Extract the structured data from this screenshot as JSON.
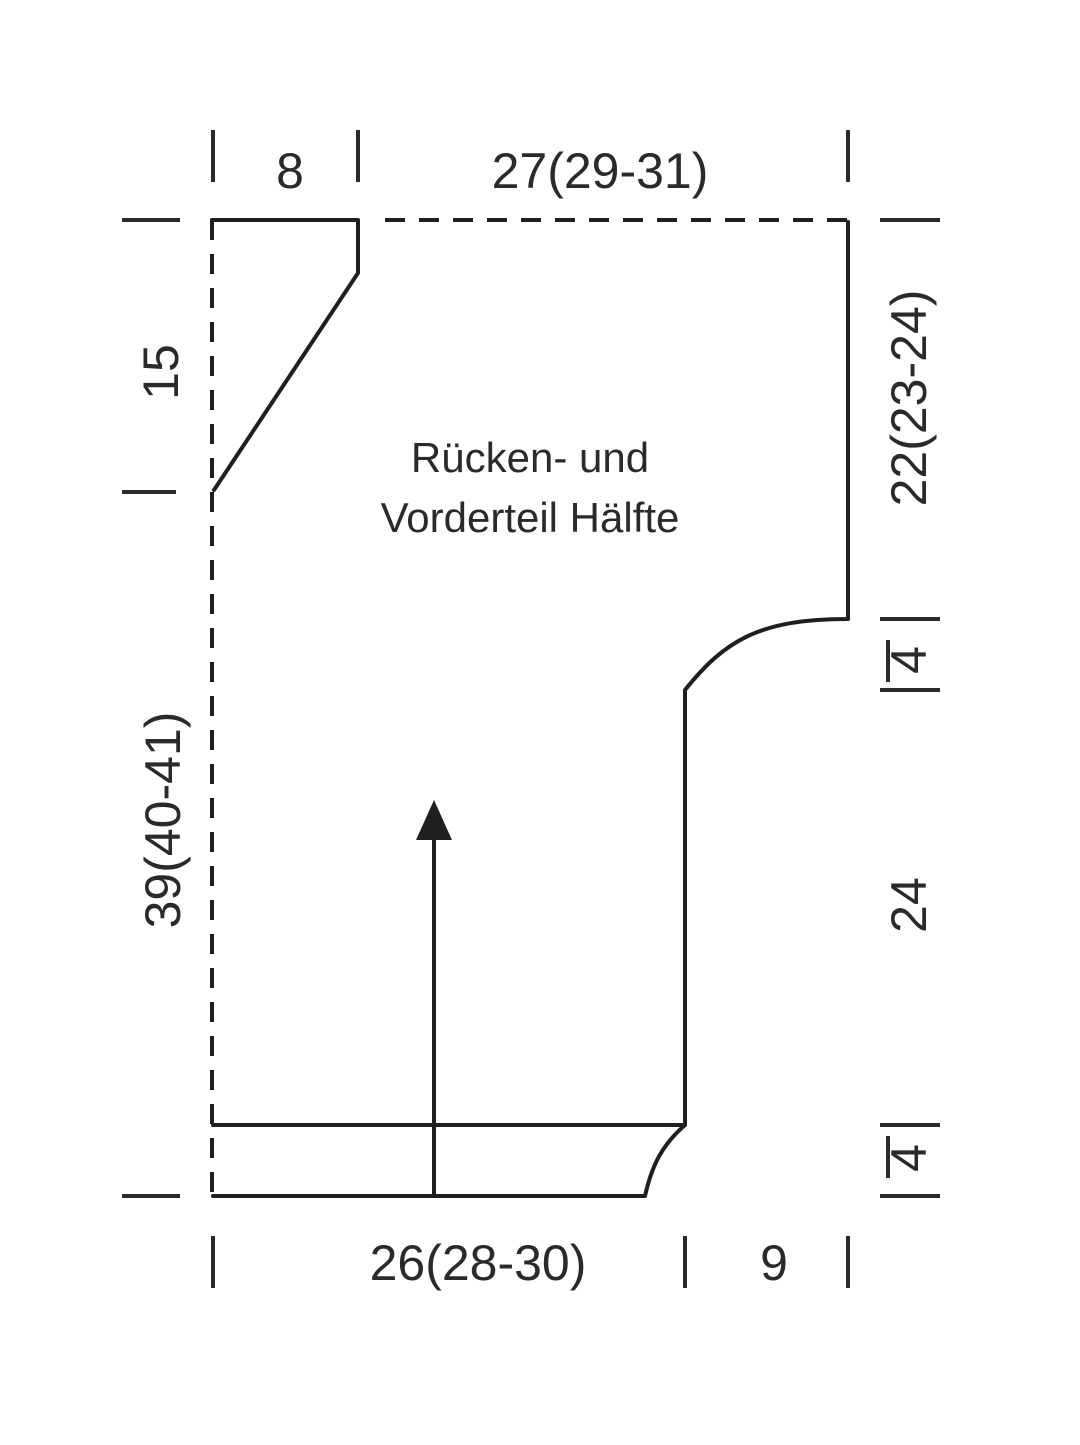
{
  "diagram": {
    "label_line1": "Rücken- und",
    "label_line2": "Vorderteil Hälfte",
    "dims": {
      "top_left": "8",
      "top_right": "27(29-31)",
      "left_top": "15",
      "left_bottom": "39(40-41)",
      "right_top": "22(23-24)",
      "right_4_upper": "4",
      "right_24": "24",
      "right_4_lower": "4",
      "bottom_left": "26(28-30)",
      "bottom_right": "9"
    },
    "colors": {
      "line": "#1f1f1f",
      "text": "#2a2a2a",
      "background": "#ffffff"
    }
  }
}
